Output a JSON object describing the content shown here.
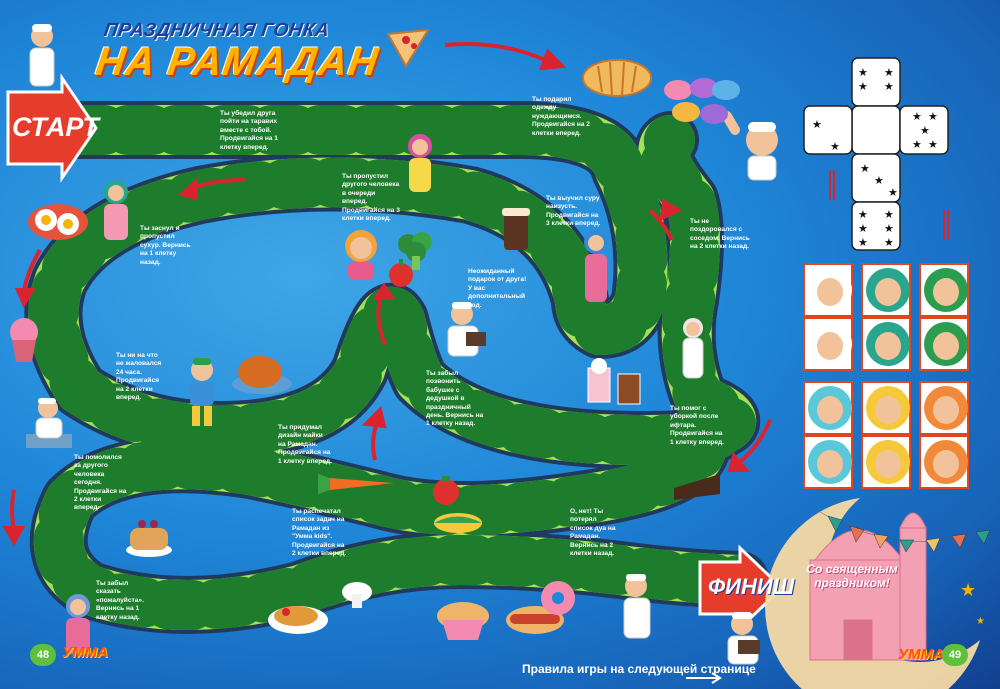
{
  "title_line1": "ПРАЗДНИЧНАЯ ГОНКА",
  "title_line2": "НА РАМАДАН",
  "start_label": "СТАРТ",
  "finish_label": "ФИНИШ",
  "greeting": "Со священным праздником!",
  "instructions": {
    "tarawih": "Ты убедил друга пойти на таравих вместе с тобой. Продвигайся на 1 клетку вперед.",
    "clothes": "Ты подарил одежду нуждающимся. Продвигайся на 2 клетки вперед.",
    "queue": "Ты пропустил другого человека в очереди вперед. Продвигайся на 3 клетки вперед.",
    "suhoor": "Ты заснул и пропустил сухур. Вернись на 1 клетку назад.",
    "sunnah": "Ты выучил суру наизусть. Продвигайся на 3 клетки вперед.",
    "greet": "Ты не поздоровался с соседом. Вернись на 2 клетки назад.",
    "gift": "Неожиданный подарок от друга! У вас дополнительный ход.",
    "complain": "Ты ни на что не жаловался 24 часа. Продвигайся на 2 клетки вперед.",
    "grandma": "Ты забыл позвонить бабушке с дедушкой в праздничный день. Вернись на 1 клетку назад.",
    "cleanup": "Ты помог с уборкой после ифтара. Продвигайся на 1 клетку вперед.",
    "design": "Ты придумал дизайн майки на Рамадан. Продвигайся на 1 клетку вперед.",
    "quarrel": "Ты помолился за другого человека сегодня. Продвигайся на 2 клетки вперед.",
    "list": "Ты распечатал список задач на Рамадан из \"Умма kids\". Продвигайся на 2 клетки вперед.",
    "dua": "О, нет! Ты потерял список дуа на Рамадан. Вернись на 2 клетки назад.",
    "thanks": "Ты забыл сказать «пожалуйста». Вернись на 1 клетку назад."
  },
  "page_left": "48",
  "page_right": "49",
  "brand": "УММА",
  "footer_text": "Правила игры на следующей странице",
  "colors": {
    "track_dark": "#1d7d2c",
    "track_light": "#a5e253",
    "track_border": "#1f3a5c",
    "arrow_red": "#d9232f",
    "background": "#1f86d8"
  },
  "dice_icons": [
    "star-icon",
    "crescent-icon"
  ],
  "cards": [
    {
      "face": "boy-grey-beard"
    },
    {
      "face": "boy-green-hijab"
    },
    {
      "face": "boy-green-cap"
    },
    {
      "face": "boy-white-cap"
    },
    {
      "face": "girl-green-hijab"
    },
    {
      "face": "boy-green-cap-2"
    },
    {
      "face": "girl-teal-hijab"
    },
    {
      "face": "girl-yellow-hijab"
    },
    {
      "face": "girl-orange-hijab"
    },
    {
      "face": "girl-teal-hijab-2"
    },
    {
      "face": "girl-yellow-hijab-2"
    },
    {
      "face": "boy-orange-cap"
    }
  ]
}
